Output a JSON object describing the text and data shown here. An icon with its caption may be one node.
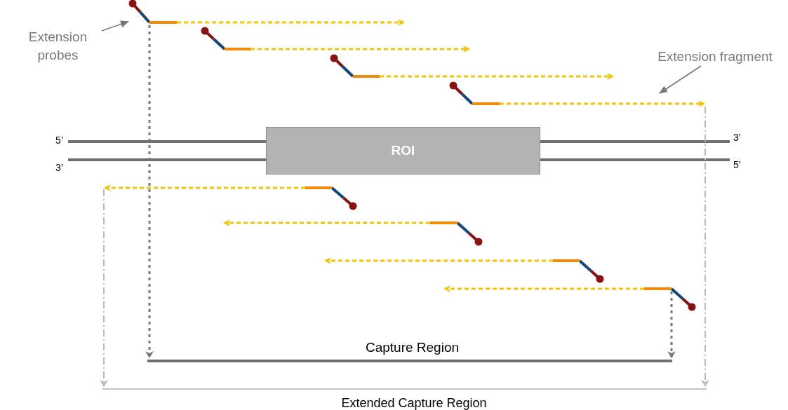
{
  "diagram": {
    "nodes": [
      {
        "text": [
          "Extension probes"
        ]
      },
      {
        "text": [],
        "shape": "picture"
      },
      {
        "text": [
          "Extension fragment"
        ]
      },
      {
        "text": [
          "ROI"
        ]
      }
    ],
    "edges": [
      {
        "from": 0,
        "to": 1,
        "arrow": "to"
      },
      {
        "from": 2,
        "to": null,
        "arrow": "to"
      }
    ],
    "labels": [
      "5’",
      "3’",
      "3’",
      "5’",
      "Capture Region",
      "Extended Capture Region"
    ]
  }
}
